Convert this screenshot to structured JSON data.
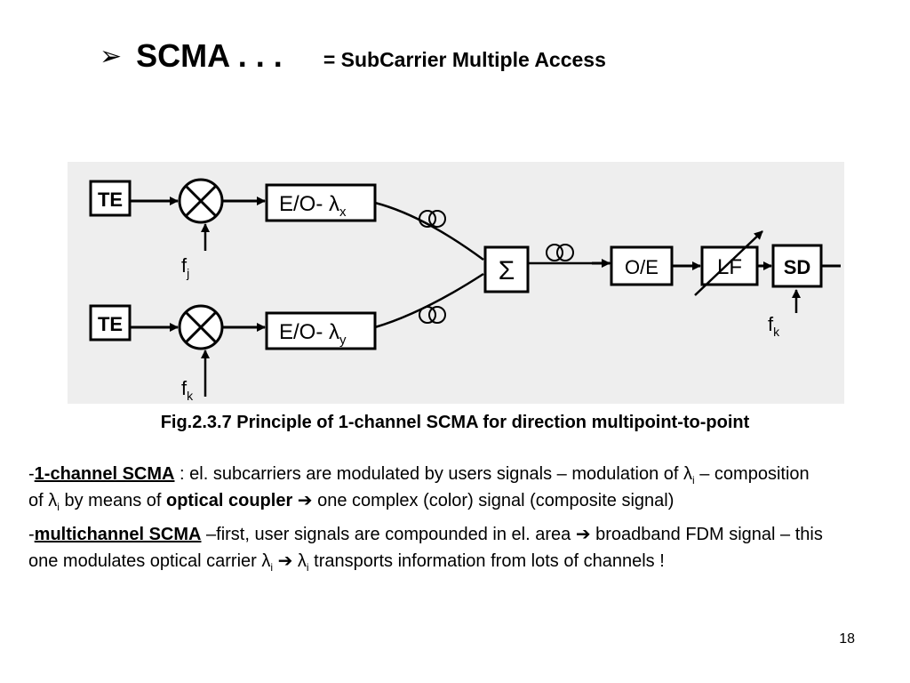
{
  "slide": {
    "title_arrow": "➢",
    "title": "SCMA . . .",
    "subtitle": "= SubCarrier Multiple Access",
    "page_number": "18"
  },
  "figure": {
    "te_top": "TE",
    "te_bottom": "TE",
    "mixer_symbol": "✕",
    "freq_top": "f",
    "freq_top_sub": "j",
    "freq_bottom": "f",
    "freq_bottom_sub": "k",
    "eo_top": "E/O- λ",
    "eo_top_sub": "x",
    "eo_bottom": "E/O- λ",
    "eo_bottom_sub": "y",
    "sum": "Σ",
    "oe": "O/E",
    "lf": "LF",
    "sd": "SD",
    "fk_label": "f",
    "fk_label_sub": "k",
    "caption": "Fig.2.3.7 Principle of 1-channel SCMA for direction multipoint-to-point"
  },
  "text": {
    "p1_dash": "-",
    "p1_term": "1-channel SCMA",
    "p1_a": " : el. subcarriers are modulated by users signals – modulation of λ",
    "p1_sub1": "i",
    "p1_b": " – composition of λ",
    "p1_sub2": "i",
    "p1_c": " by means of ",
    "p1_bold": "optical coupler",
    "p1_arrow": " ➔ ",
    "p1_d": "one complex (color) signal (composite signal)",
    "p2_dash": "-",
    "p2_term": "multichannel SCMA",
    "p2_a": " –first, user signals are compounded in el. area ",
    "p2_arrow1": "➔",
    "p2_b": " broadband  FDM signal – this one modulates optical carrier λ",
    "p2_sub1": "i",
    "p2_arrow2": " ➔ ",
    "p2_c": "λ",
    "p2_sub2": "i",
    "p2_d": " transports information from lots of channels !"
  }
}
